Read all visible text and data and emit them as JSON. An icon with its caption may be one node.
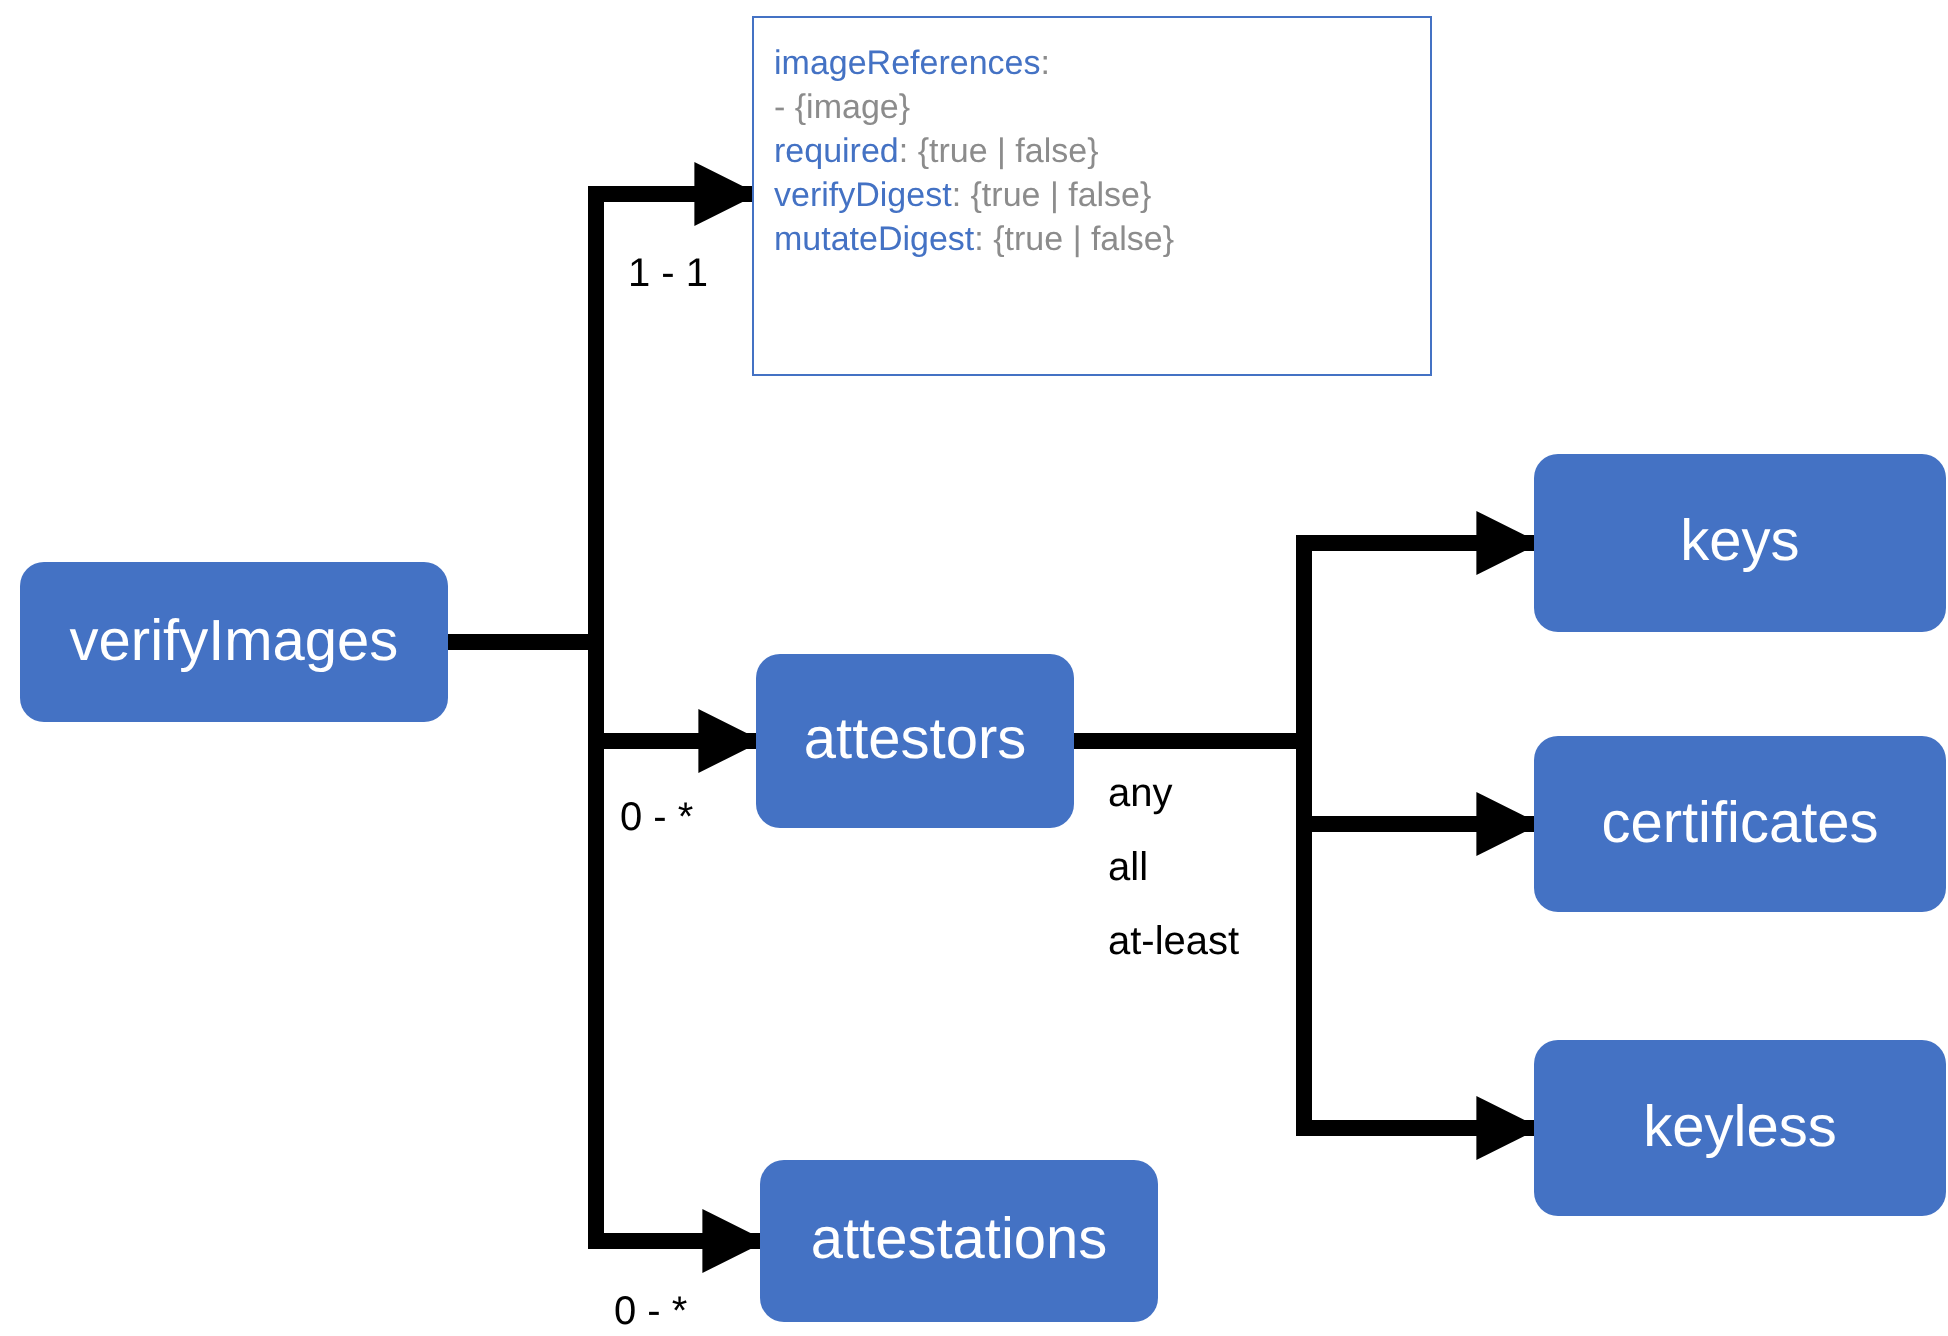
{
  "diagram": {
    "nodes": [
      {
        "text": [
          "verifyImages"
        ]
      },
      {
        "text": [
          "imageReferences:",
          "- {image}",
          "required: {true | false}",
          "verifyDigest: {true | false}",
          "mutateDigest: {true | false}"
        ]
      },
      {
        "text": [
          "attestors"
        ]
      },
      {
        "text": [
          "attestations"
        ]
      },
      {
        "text": [
          "keys"
        ]
      },
      {
        "text": [
          "certificates"
        ]
      },
      {
        "text": [
          "keyless"
        ]
      }
    ],
    "edges": [
      {
        "from": 0,
        "to": 1,
        "arrow": "to",
        "label": "1 - 1"
      },
      {
        "from": 0,
        "to": 2,
        "arrow": "to",
        "label": "0 - *"
      },
      {
        "from": 0,
        "to": 3,
        "arrow": "to",
        "label": "0 - *"
      },
      {
        "from": 2,
        "to": 4,
        "arrow": "to"
      },
      {
        "from": 2,
        "to": 5,
        "arrow": "to"
      },
      {
        "from": 2,
        "to": 6,
        "arrow": "to"
      }
    ],
    "labels": [
      "any",
      "all",
      "at-least"
    ]
  }
}
